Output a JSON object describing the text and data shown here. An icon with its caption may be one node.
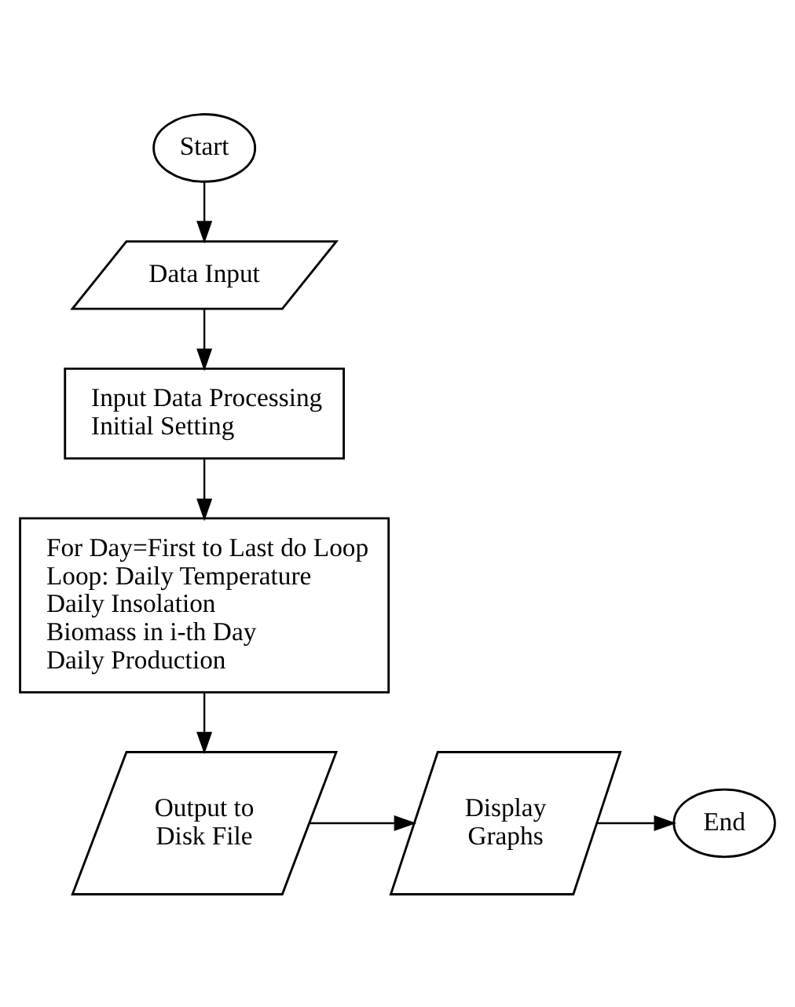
{
  "diagram": {
    "nodes": [
      {
        "text": [
          "Start"
        ]
      },
      {
        "text": [
          "Data Input"
        ]
      },
      {
        "text": [
          "Input Data Processing",
          "Initial Setting"
        ]
      },
      {
        "text": [
          "For Day=First to Last do Loop",
          "Loop: Daily Temperature",
          "Daily Insolation",
          "Biomass in i-th Day",
          "Daily Production"
        ]
      },
      {
        "text": [
          "Output to Disk File"
        ]
      },
      {
        "text": [
          "Display Graphs"
        ]
      },
      {
        "text": [
          "End"
        ]
      }
    ],
    "edges": [
      {
        "from": 0,
        "to": 1,
        "arrow": "to"
      },
      {
        "from": 1,
        "to": 2,
        "arrow": "to"
      },
      {
        "from": 2,
        "to": 3,
        "arrow": "to"
      },
      {
        "from": 3,
        "to": 4,
        "arrow": "to"
      },
      {
        "from": 4,
        "to": 5,
        "arrow": "to"
      },
      {
        "from": 5,
        "to": 6,
        "arrow": "to"
      }
    ]
  }
}
